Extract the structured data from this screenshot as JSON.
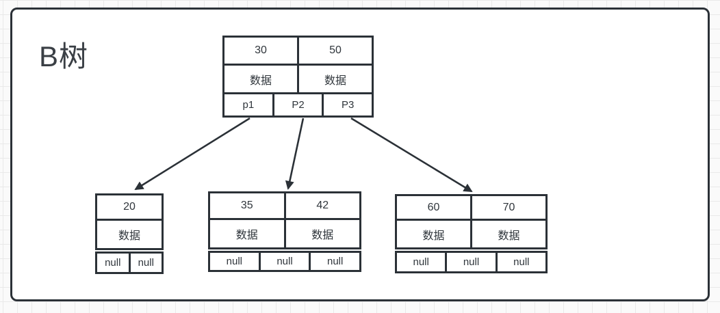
{
  "title": "B树",
  "colors": {
    "stroke": "#2b3137",
    "text": "#2f353b",
    "canvas_bg": "#ffffff",
    "page_bg": "#fafafa",
    "grid_line": "#e9e9e9"
  },
  "tree": {
    "root": {
      "keys": [
        "30",
        "50"
      ],
      "data": [
        "数据",
        "数据"
      ],
      "pointers": [
        "p1",
        "P2",
        "P3"
      ]
    },
    "children": [
      {
        "keys": [
          "20"
        ],
        "data": [
          "数据"
        ],
        "pointers": [
          "null",
          "null"
        ]
      },
      {
        "keys": [
          "35",
          "42"
        ],
        "data": [
          "数据",
          "数据"
        ],
        "pointers": [
          "null",
          "null",
          "null"
        ]
      },
      {
        "keys": [
          "60",
          "70"
        ],
        "data": [
          "数据",
          "数据"
        ],
        "pointers": [
          "null",
          "null",
          "null"
        ]
      }
    ]
  }
}
